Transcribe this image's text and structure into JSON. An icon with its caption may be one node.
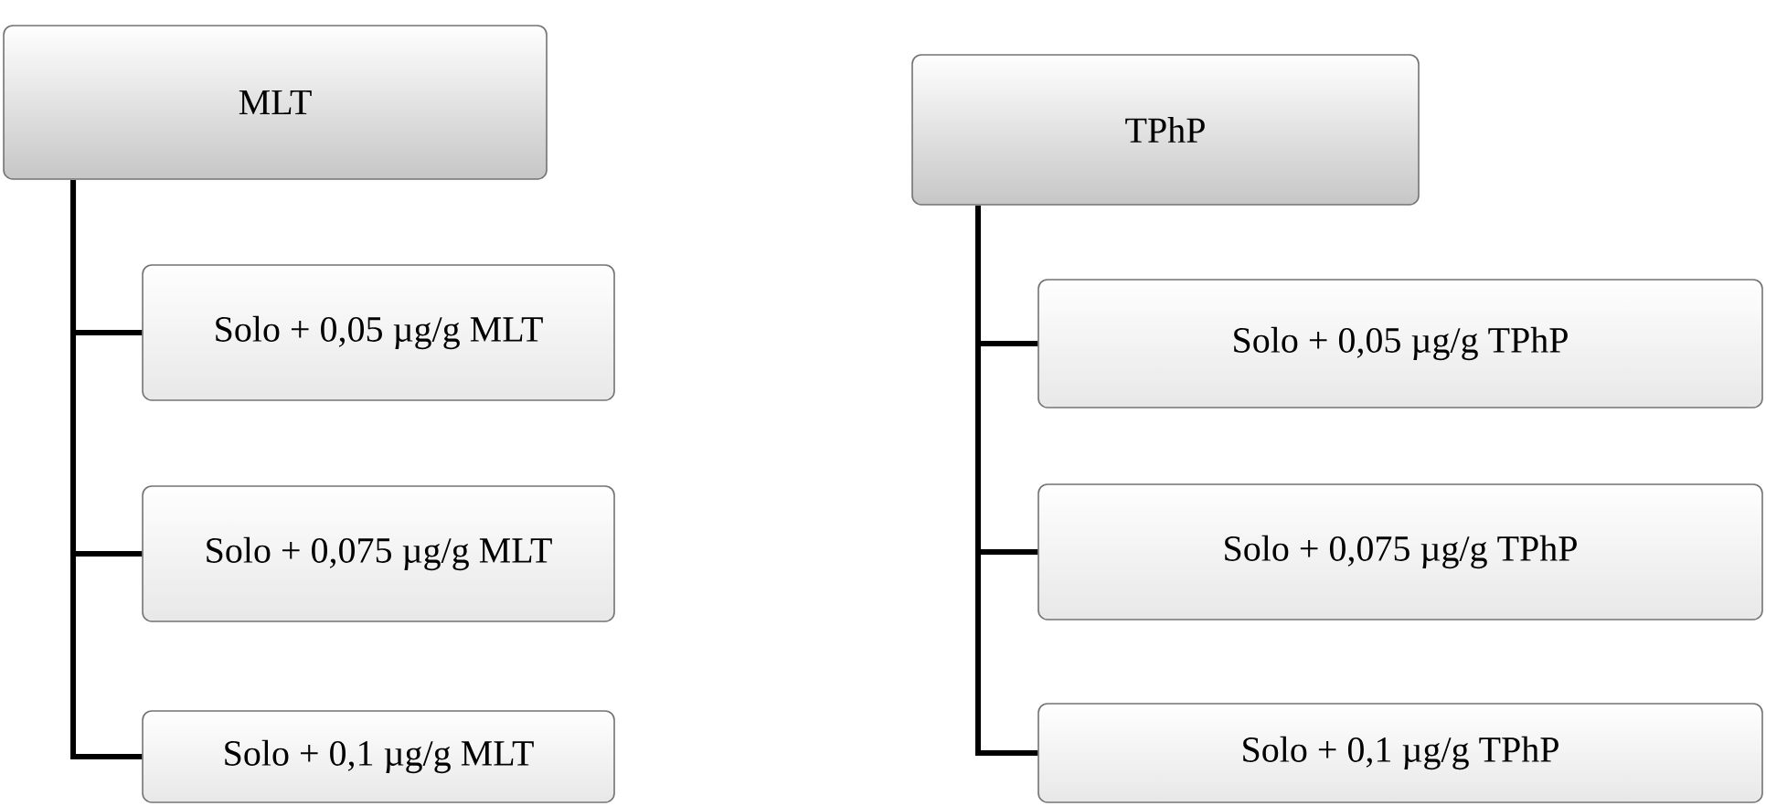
{
  "diagram": {
    "nodes": [
      {
        "text": [
          "MLT"
        ]
      },
      {
        "text": [
          "Solo + 0,05 µg/g MLT"
        ]
      },
      {
        "text": [
          "Solo + 0,075 µg/g MLT"
        ]
      },
      {
        "text": [
          "Solo + 0,1 µg/g MLT"
        ]
      },
      {
        "text": [
          "TPhP"
        ]
      },
      {
        "text": [
          "Solo + 0,05 µg/g TPhP"
        ]
      },
      {
        "text": [
          "Solo + 0,075 µg/g TPhP"
        ]
      },
      {
        "text": [
          "Solo + 0,1 µg/g TPhP"
        ]
      }
    ],
    "edges": [
      {
        "from": 0,
        "to": 1,
        "arrow": "none"
      },
      {
        "from": 0,
        "to": 2,
        "arrow": "none"
      },
      {
        "from": 0,
        "to": 3,
        "arrow": "none"
      },
      {
        "from": 4,
        "to": 5,
        "arrow": "none"
      },
      {
        "from": 4,
        "to": 6,
        "arrow": "none"
      },
      {
        "from": 4,
        "to": 7,
        "arrow": "none"
      }
    ]
  }
}
